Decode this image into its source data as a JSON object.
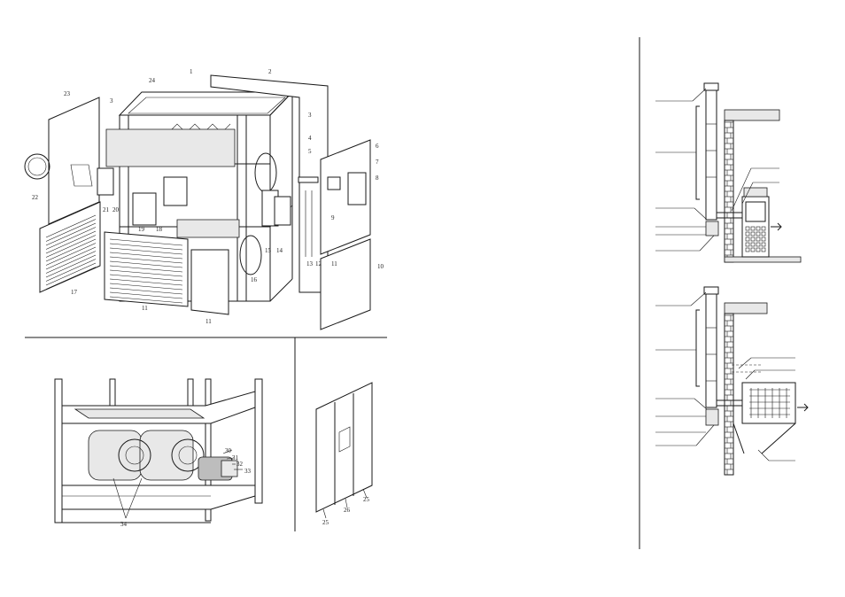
{
  "exploded_view": {
    "part_labels": [
      "1",
      "2",
      "24",
      "23",
      "3",
      "3",
      "4",
      "5",
      "6",
      "7",
      "8",
      "9",
      "10",
      "22",
      "21",
      "20",
      "19",
      "18",
      "17",
      "16",
      "15",
      "14",
      "13",
      "12",
      "11",
      "11",
      "11"
    ]
  },
  "fan_section": {
    "part_labels": [
      "30",
      "31",
      "32",
      "33",
      "34"
    ]
  },
  "door_panel": {
    "part_labels": [
      "25",
      "26",
      "25"
    ]
  }
}
